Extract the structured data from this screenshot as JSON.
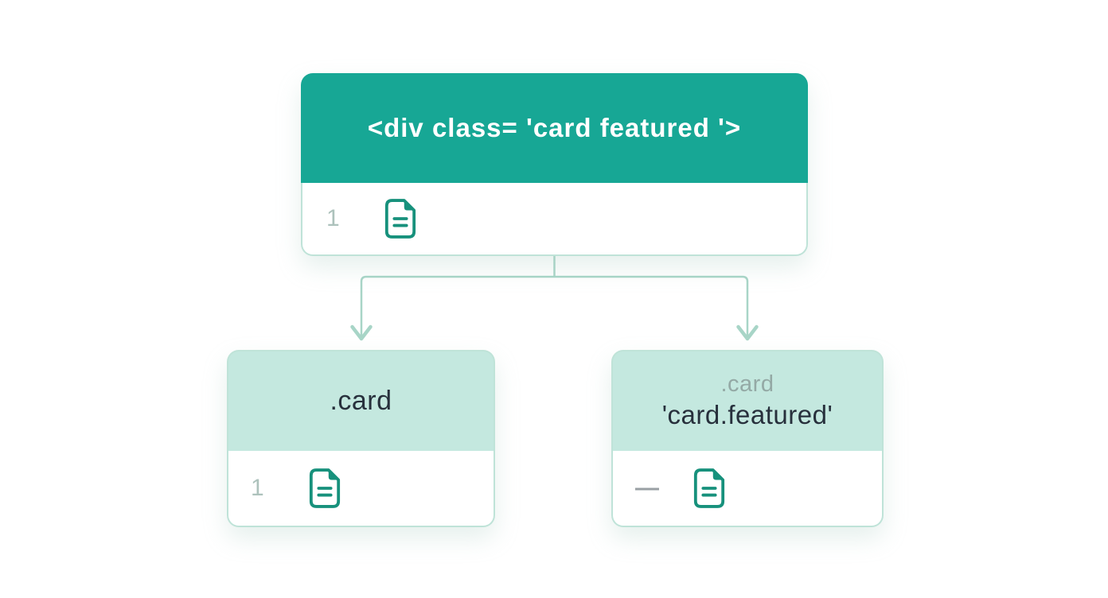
{
  "diagram": {
    "parent_node": {
      "title": "<div class= 'card featured '>",
      "match_count": "1",
      "icon": "document-icon"
    },
    "child_nodes": [
      {
        "selector": ".card",
        "match_count": "1",
        "icon": "document-icon"
      },
      {
        "selector_muted": ".card",
        "selector": "'card.featured'",
        "match_count": "—",
        "icon": "document-icon"
      }
    ]
  },
  "colors": {
    "parent_header": "#17a795",
    "child_header": "#c4e8df",
    "node_border": "#bfe3d8",
    "connector": "#a8d5c7",
    "icon": "#17917c",
    "text_dark": "#27303c",
    "text_light": "#ffffff",
    "text_muted": "#94a9a5",
    "count_muted": "#adc2bc",
    "dash": "#9aa0a4"
  }
}
